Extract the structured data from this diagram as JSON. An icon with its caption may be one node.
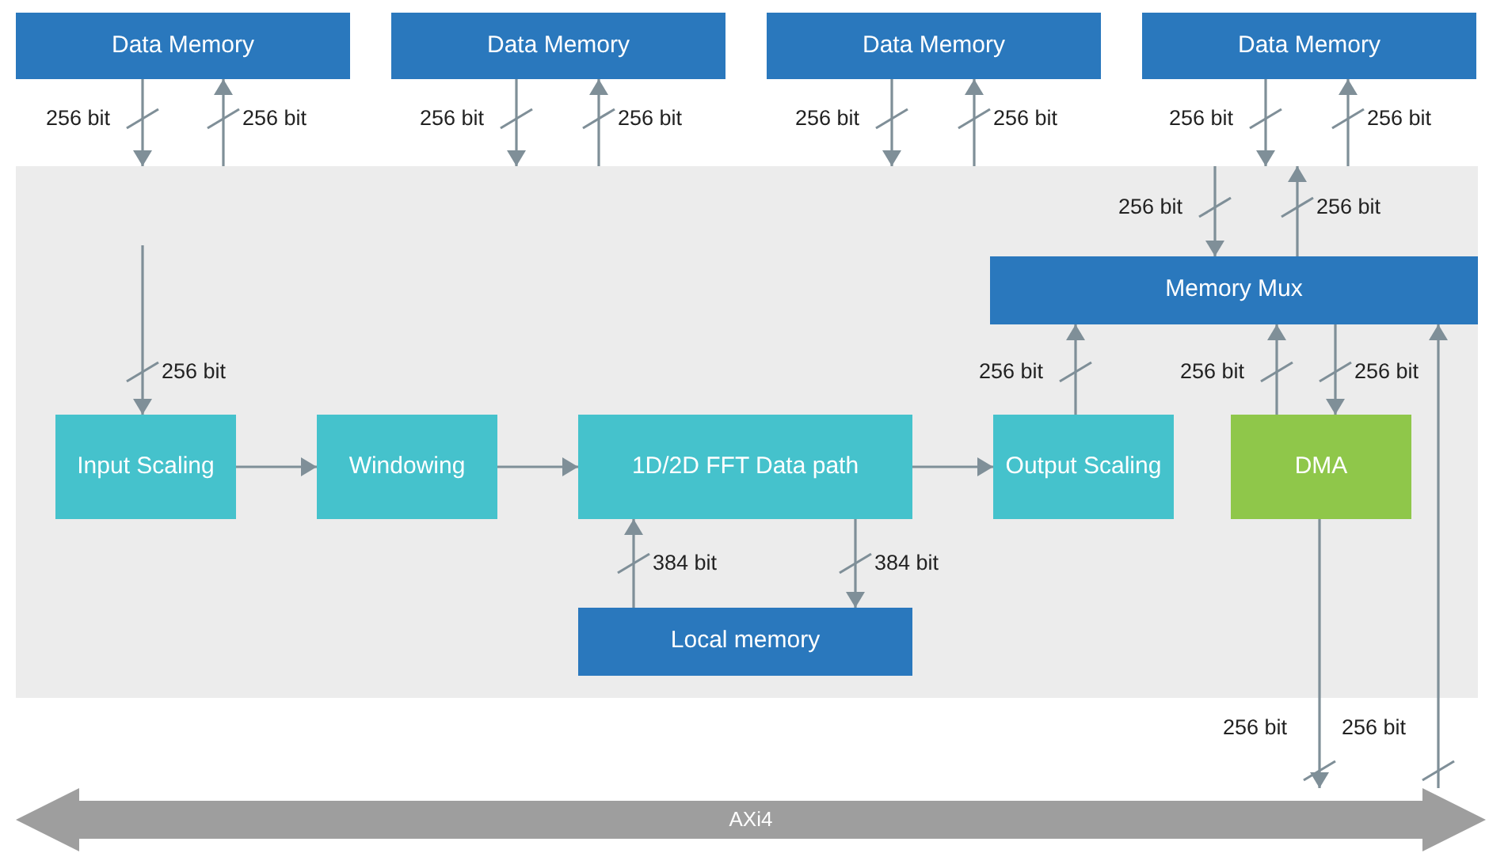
{
  "diagram": {
    "nodes": [
      {
        "text": [
          "Data Memory"
        ]
      },
      {
        "text": [
          "Data Memory"
        ]
      },
      {
        "text": [
          "Data Memory"
        ]
      },
      {
        "text": [
          "Data Memory"
        ]
      },
      {
        "text": [],
        "shape": "box"
      },
      {
        "text": [
          "Memory Mux"
        ],
        "in": 4
      },
      {
        "text": [
          "Input Scaling"
        ],
        "in": 4
      },
      {
        "text": [
          "Windowing"
        ],
        "in": 4
      },
      {
        "text": [
          "1D/2D FFT Data path"
        ],
        "in": 4
      },
      {
        "text": [
          "Output Scaling"
        ],
        "in": 4
      },
      {
        "text": [
          "DMA"
        ],
        "in": 4
      },
      {
        "text": [
          "Local memory"
        ],
        "in": 4
      },
      {
        "text": [
          "AXi4"
        ]
      }
    ],
    "edges": [
      {
        "from": 0,
        "to": 4,
        "arrow": "to",
        "label": "256 bit"
      },
      {
        "from": 4,
        "to": 0,
        "arrow": "to",
        "label": "256 bit"
      },
      {
        "from": 1,
        "to": 4,
        "arrow": "to",
        "label": "256 bit"
      },
      {
        "from": 4,
        "to": 1,
        "arrow": "to",
        "label": "256 bit"
      },
      {
        "from": 2,
        "to": 4,
        "arrow": "to",
        "label": "256 bit"
      },
      {
        "from": 4,
        "to": 2,
        "arrow": "to",
        "label": "256 bit"
      },
      {
        "from": 3,
        "to": 4,
        "arrow": "to",
        "label": "256 bit"
      },
      {
        "from": 4,
        "to": 3,
        "arrow": "to",
        "label": "256 bit"
      },
      {
        "from": 4,
        "to": 5,
        "arrow": "to",
        "label": "256 bit"
      },
      {
        "from": 5,
        "to": 4,
        "arrow": "to",
        "label": "256 bit"
      },
      {
        "from": null,
        "to": 6,
        "arrow": "to",
        "label": "256 bit"
      },
      {
        "from": 6,
        "to": 7,
        "arrow": "to"
      },
      {
        "from": 7,
        "to": 8,
        "arrow": "to"
      },
      {
        "from": 8,
        "to": 9,
        "arrow": "to"
      },
      {
        "from": 9,
        "to": 5,
        "arrow": "to",
        "label": "256 bit"
      },
      {
        "from": 10,
        "to": 5,
        "arrow": "to",
        "label": "256 bit"
      },
      {
        "from": 5,
        "to": 10,
        "arrow": "to",
        "label": "256 bit"
      },
      {
        "from": 11,
        "to": 8,
        "arrow": "to",
        "label": "384 bit"
      },
      {
        "from": 8,
        "to": 11,
        "arrow": "to",
        "label": "384 bit"
      },
      {
        "from": 10,
        "to": 12,
        "arrow": "to",
        "label": "256 bit"
      },
      {
        "from": 12,
        "to": 5,
        "arrow": "to",
        "label": "256 bit"
      }
    ]
  }
}
